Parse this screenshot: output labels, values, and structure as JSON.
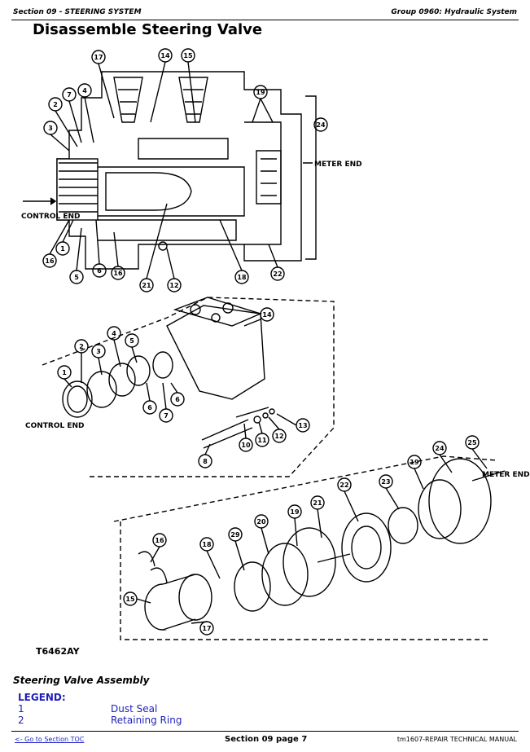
{
  "header": {
    "left": "Section 09 - STEERING SYSTEM",
    "right": "Group 0960: Hydraulic System"
  },
  "title": "Disassemble Steering Valve",
  "figure": {
    "labels": {
      "meter_end": "METER END",
      "control_end_1": "CONTROL END",
      "control_end_2": "CONTROL END",
      "meter_end_2": "METER END",
      "figure_id": "T6462AY"
    },
    "callouts_top": [
      "17",
      "14",
      "15",
      "4",
      "2",
      "3",
      "19",
      "24",
      "7",
      "1",
      "16",
      "5",
      "6",
      "16",
      "21",
      "12",
      "18",
      "22"
    ],
    "callouts_mid": [
      "14",
      "4",
      "5",
      "2",
      "3",
      "1",
      "6",
      "6",
      "7",
      "13",
      "12",
      "11",
      "10",
      "8"
    ],
    "callouts_bottom": [
      "25",
      "24",
      "19",
      "23",
      "22",
      "21",
      "19",
      "20",
      "29",
      "18",
      "16",
      "15",
      "17"
    ]
  },
  "caption": "Steering Valve Assembly",
  "legend": {
    "heading": "LEGEND:",
    "items": [
      {
        "num": "1",
        "text": "Dust Seal"
      },
      {
        "num": "2",
        "text": "Retaining Ring"
      }
    ]
  },
  "footer": {
    "toc_link": "<- Go to Section TOC",
    "page": "Section 09 page 7",
    "manual": "tm1607-REPAIR TECHNICAL MANUAL"
  }
}
